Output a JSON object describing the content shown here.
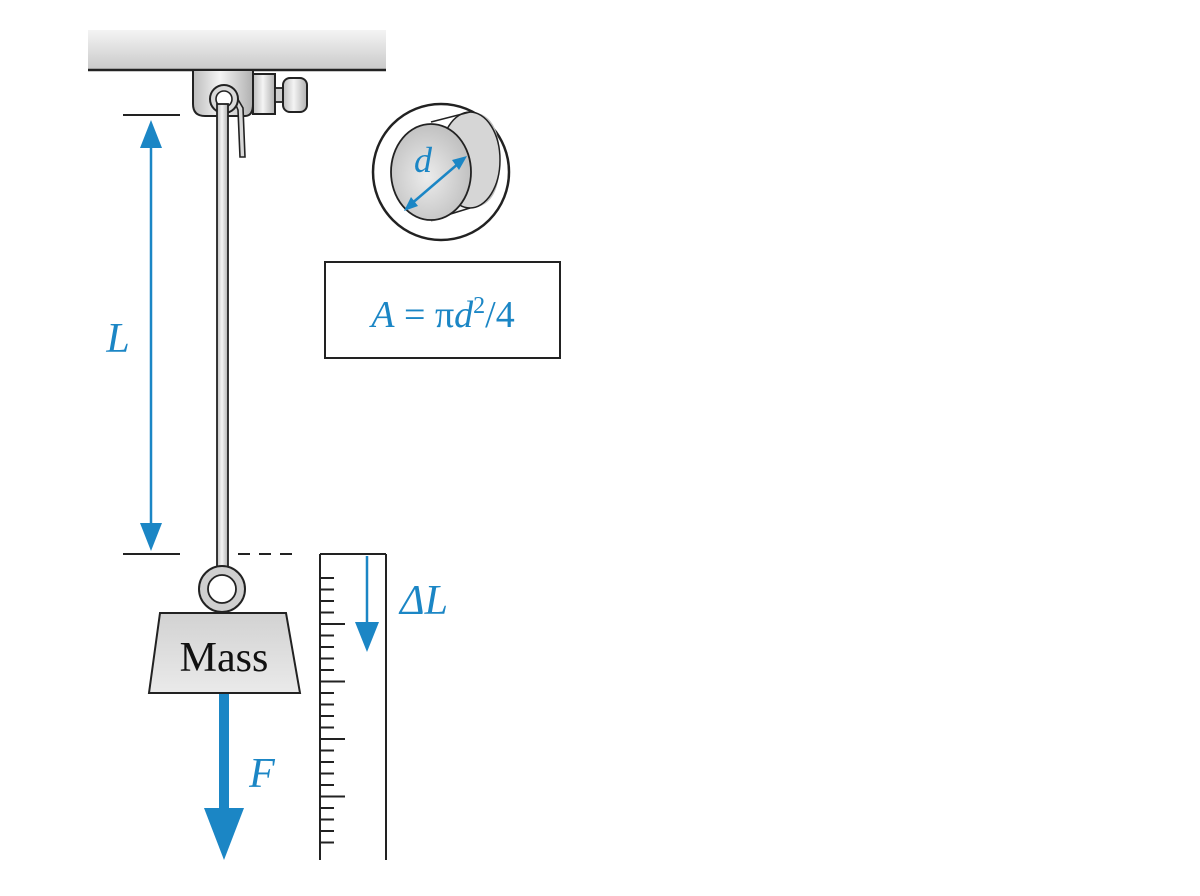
{
  "labels": {
    "length": "L",
    "diameter": "d",
    "formula_A": "A",
    "formula_eq": " = ",
    "formula_pi": "π",
    "formula_d": "d",
    "formula_exp": "2",
    "formula_tail": "/4",
    "delta_L": "ΔL",
    "mass": "Mass",
    "force": "F"
  },
  "colors": {
    "accent": "#1b86c5",
    "steel_light": "#e6e6e6",
    "steel_mid": "#c4c4c4",
    "outline": "#222222"
  }
}
